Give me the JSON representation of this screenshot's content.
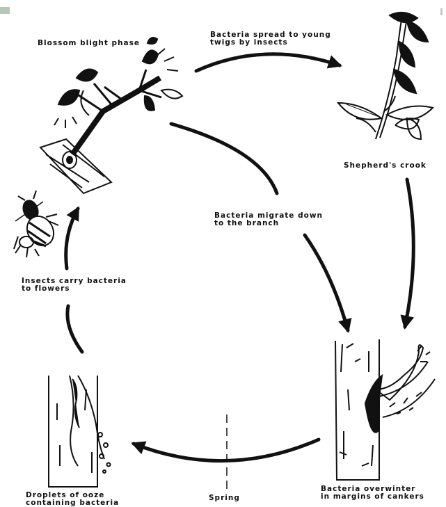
{
  "diagram": {
    "stages": {
      "blossom_blight": {
        "lines": [
          "Blossom blight phase"
        ]
      },
      "spread_by_insects": {
        "lines": [
          "Bacteria spread to young",
          "twigs by insects"
        ]
      },
      "shepherds_crook": {
        "lines": [
          "Shepherd's crook"
        ]
      },
      "migrate_down": {
        "lines": [
          "Bacteria migrate down",
          "to the branch"
        ]
      },
      "insects_carry": {
        "lines": [
          "Insects carry bacteria",
          "to flowers"
        ]
      },
      "overwinter": {
        "lines": [
          "Bacteria overwinter",
          "in margins of cankers"
        ]
      },
      "droplets": {
        "lines": [
          "Droplets of ooze",
          "containing bacteria"
        ]
      },
      "spring": {
        "lines": [
          "Spring"
        ]
      }
    },
    "colors": {
      "ink": "#111111",
      "corner_mark": "#b7c7b7"
    },
    "icons": [
      "blossoming-twig-icon",
      "wilted-shoot-icon",
      "insect-icon",
      "cankered-branch-icon",
      "oozing-trunk-icon"
    ]
  }
}
